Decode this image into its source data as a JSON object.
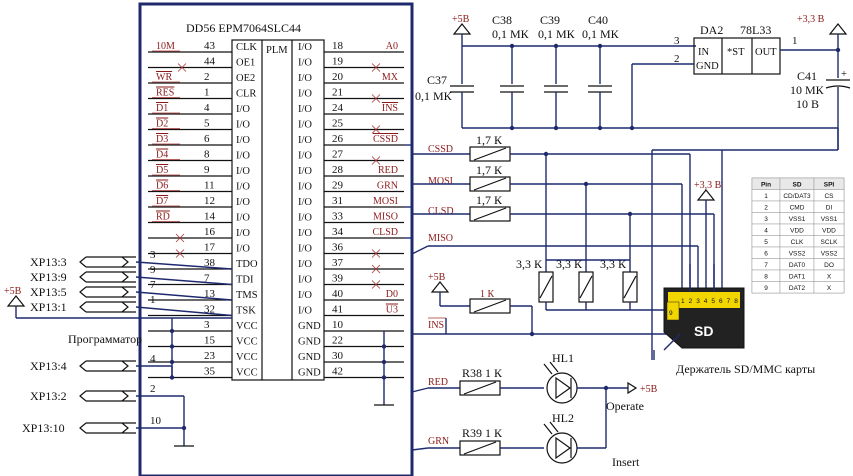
{
  "chip": {
    "title": "DD56  EPM7064SLC44",
    "center": "PLM",
    "left_pins": [
      {
        "num": "43",
        "name": "CLK",
        "sig": "10M"
      },
      {
        "num": "44",
        "name": "OE1",
        "sig": ""
      },
      {
        "num": "2",
        "name": "OE2",
        "sig": "WR"
      },
      {
        "num": "1",
        "name": "CLR",
        "sig": "RES"
      },
      {
        "num": "4",
        "name": "I/O",
        "sig": "D1"
      },
      {
        "num": "5",
        "name": "I/O",
        "sig": "D2"
      },
      {
        "num": "6",
        "name": "I/O",
        "sig": "D3"
      },
      {
        "num": "8",
        "name": "I/O",
        "sig": "D4"
      },
      {
        "num": "9",
        "name": "I/O",
        "sig": "D5"
      },
      {
        "num": "11",
        "name": "I/O",
        "sig": "D6"
      },
      {
        "num": "12",
        "name": "I/O",
        "sig": "D7"
      },
      {
        "num": "14",
        "name": "I/O",
        "sig": "RD"
      },
      {
        "num": "16",
        "name": "I/O",
        "sig": ""
      },
      {
        "num": "17",
        "name": "I/O",
        "sig": ""
      },
      {
        "num": "38",
        "name": "TDO",
        "sig": ""
      },
      {
        "num": "7",
        "name": "TDI",
        "sig": ""
      },
      {
        "num": "13",
        "name": "TMS",
        "sig": ""
      },
      {
        "num": "32",
        "name": "TSK",
        "sig": ""
      },
      {
        "num": "3",
        "name": "VCC",
        "sig": ""
      },
      {
        "num": "15",
        "name": "VCC",
        "sig": ""
      },
      {
        "num": "23",
        "name": "VCC",
        "sig": ""
      },
      {
        "num": "35",
        "name": "VCC",
        "sig": ""
      }
    ],
    "right_pins": [
      {
        "num": "18",
        "name": "I/O",
        "sig": "A0"
      },
      {
        "num": "19",
        "name": "I/O",
        "sig": ""
      },
      {
        "num": "20",
        "name": "I/O",
        "sig": "MX"
      },
      {
        "num": "21",
        "name": "I/O",
        "sig": ""
      },
      {
        "num": "24",
        "name": "I/O",
        "sig": "INS"
      },
      {
        "num": "25",
        "name": "I/O",
        "sig": ""
      },
      {
        "num": "26",
        "name": "I/O",
        "sig": "CSSD"
      },
      {
        "num": "27",
        "name": "I/O",
        "sig": ""
      },
      {
        "num": "28",
        "name": "I/O",
        "sig": "RED"
      },
      {
        "num": "29",
        "name": "I/O",
        "sig": "GRN"
      },
      {
        "num": "31",
        "name": "I/O",
        "sig": "MOSI"
      },
      {
        "num": "33",
        "name": "I/O",
        "sig": "MISO"
      },
      {
        "num": "34",
        "name": "I/O",
        "sig": "CLSD"
      },
      {
        "num": "36",
        "name": "I/O",
        "sig": ""
      },
      {
        "num": "37",
        "name": "I/O",
        "sig": ""
      },
      {
        "num": "39",
        "name": "I/O",
        "sig": ""
      },
      {
        "num": "40",
        "name": "I/O",
        "sig": "D0"
      },
      {
        "num": "41",
        "name": "I/O",
        "sig": "U3"
      },
      {
        "num": "10",
        "name": "GND",
        "sig": ""
      },
      {
        "num": "22",
        "name": "GND",
        "sig": ""
      },
      {
        "num": "30",
        "name": "GND",
        "sig": ""
      },
      {
        "num": "42",
        "name": "GND",
        "sig": ""
      }
    ]
  },
  "connectors": {
    "xp_jtag": [
      "XP13:3",
      "XP13:9",
      "XP13:5",
      "XP13:1"
    ],
    "xp_jtag_nums": [
      "3",
      "9",
      "7",
      "1"
    ],
    "xp4": "XP13:4",
    "xp4_num": "4",
    "xp2": "XP13:2",
    "xp2_num": "2",
    "xp10": "XP13:10",
    "xp10_num": "10",
    "programmer": "Программатор",
    "plus5_left": "+5В"
  },
  "power": {
    "plus5_top": "+5В",
    "c38": "C38",
    "c38_val": "0,1 МК",
    "c39": "C39",
    "c39_val": "0,1 МК",
    "c40": "C40",
    "c40_val": "0,1 МК",
    "c37": "C37",
    "c37_val": "0,1 МК",
    "da2": "DA2",
    "da2_type": "78L33",
    "reg_in": "IN",
    "reg_gnd": "GND",
    "reg_st": "*ST",
    "reg_out": "OUT",
    "reg_pin3": "3",
    "reg_pin2": "2",
    "reg_pin1": "1",
    "plus33_top": "+3,3 В",
    "c41": "C41",
    "c41_val1": "10 МК",
    "c41_val2": "10 В"
  },
  "sd": {
    "r_label": "1,7 К",
    "net_cssd": "CSSD",
    "net_mosi": "MOSI",
    "net_clsd": "CLSD",
    "net_miso": "MISO",
    "net_ins": "INS",
    "net_red": "RED",
    "net_grn": "GRN",
    "pullup_val": "3,3 К",
    "plus33": "+3,3 В",
    "plus5": "+5В",
    "r_1k": "1 К",
    "card": "SD",
    "pin9": "9",
    "pin_nums": [
      "1",
      "2",
      "3",
      "4",
      "5",
      "6",
      "7",
      "8"
    ],
    "holder_label": "Держатель SD/MMC карты",
    "r38": "R38  1 К",
    "r39": "R39  1 К",
    "hl1": "HL1",
    "hl2": "HL2",
    "plus5_led": "+5В",
    "operate": "Operate",
    "insert": "Insert"
  },
  "pin_table": {
    "headers": [
      "Pin",
      "SD",
      "SPI"
    ],
    "rows": [
      [
        "1",
        "CD/DAT3",
        "CS"
      ],
      [
        "2",
        "CMD",
        "DI"
      ],
      [
        "3",
        "VSS1",
        "VSS1"
      ],
      [
        "4",
        "VDD",
        "VDD"
      ],
      [
        "5",
        "CLK",
        "SCLK"
      ],
      [
        "6",
        "VSS2",
        "VSS2"
      ],
      [
        "7",
        "DAT0",
        "DO"
      ],
      [
        "8",
        "DAT1",
        "X"
      ],
      [
        "9",
        "DAT2",
        "X"
      ]
    ]
  }
}
